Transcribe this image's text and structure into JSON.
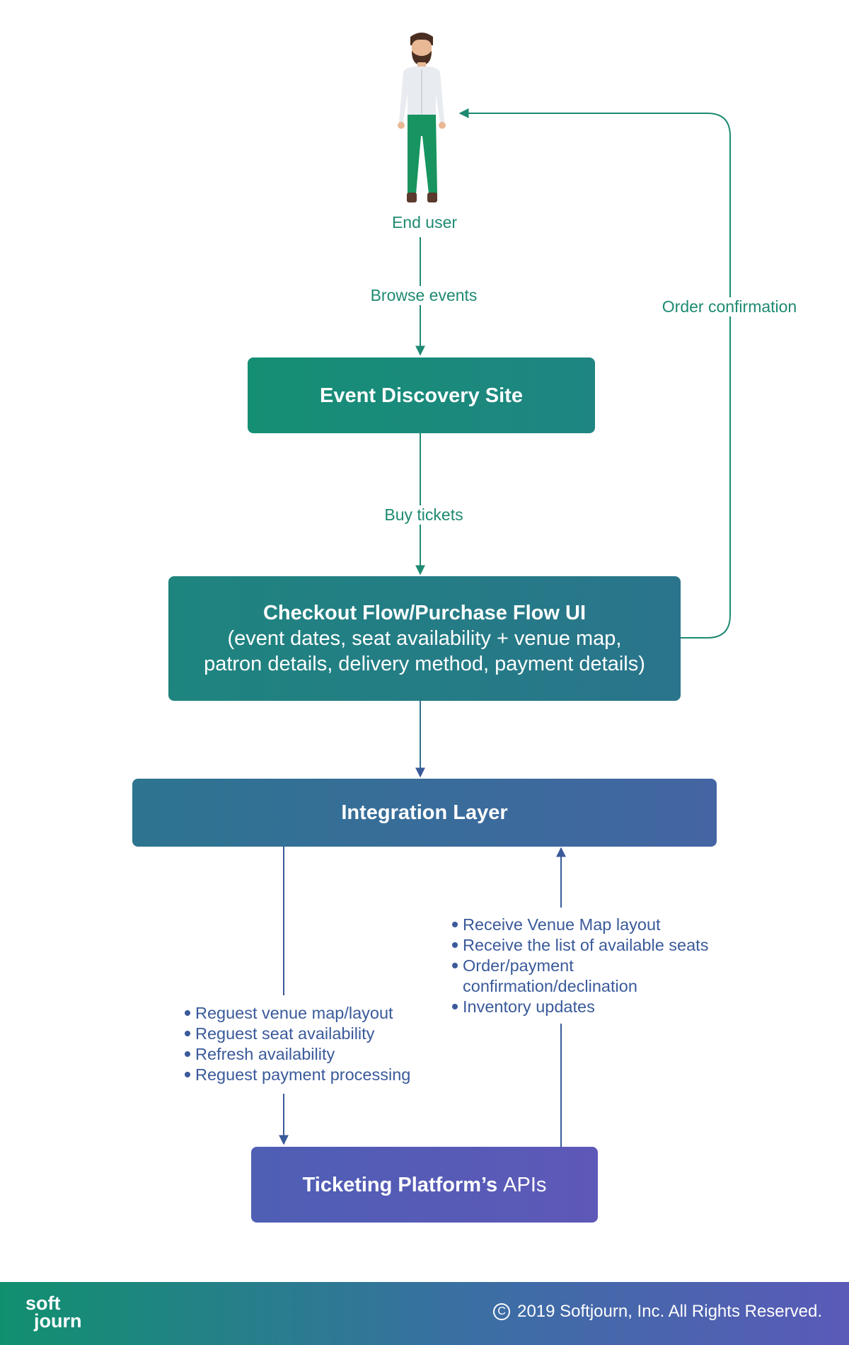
{
  "end_user": {
    "label": "End user"
  },
  "edges": {
    "browse_events": "Browse events",
    "buy_tickets": "Buy tickets",
    "order_confirmation": "Order confirmation"
  },
  "boxes": {
    "event_discovery": {
      "title": "Event Discovery Site"
    },
    "checkout": {
      "title": "Checkout Flow/Purchase Flow UI",
      "line1": "(event dates, seat availability + venue map,",
      "line2": "patron details, delivery method, payment details)"
    },
    "integration": {
      "title": "Integration Layer"
    },
    "ticketing": {
      "title_bold": "Ticketing Platform’s",
      "title_rest": "APIs"
    }
  },
  "requests": [
    "Reguest venue map/layout",
    "Reguest seat availability",
    "Refresh availability",
    "Reguest payment processing"
  ],
  "responses": [
    "Receive Venue Map layout",
    "Receive the list of available seats",
    "Order/payment confirmation/declination",
    "Inventory updates"
  ],
  "footer": {
    "logo_line1": "soft",
    "logo_line2": "journ",
    "copyright": "2019 Softjourn, Inc. All Rights Reserved."
  },
  "colors": {
    "green_text": "#1e8a72",
    "blue_text": "#3a5a9a",
    "box_teal": "#188b78",
    "box_teal_blue": "#227a8a",
    "box_blue": "#3a6c9c",
    "box_purple": "#5a5cb8"
  }
}
